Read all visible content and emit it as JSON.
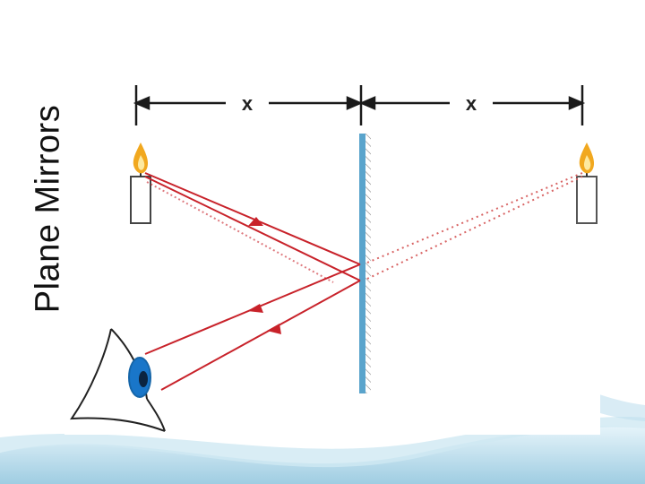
{
  "slide": {
    "title": "Plane Mirrors"
  },
  "diagram": {
    "object_distance_label": "x",
    "image_distance_label": "x"
  },
  "colors": {
    "ray": "#c8222a",
    "mirror": "#5aa4cc",
    "flame_outer": "#f1a81f",
    "flame_inner": "#fde9a0",
    "iris": "#1976c9",
    "background_wave": "#a8d3e6"
  },
  "icons": [
    "candle-object-icon",
    "candle-image-icon",
    "eye-icon",
    "flame-icon"
  ]
}
